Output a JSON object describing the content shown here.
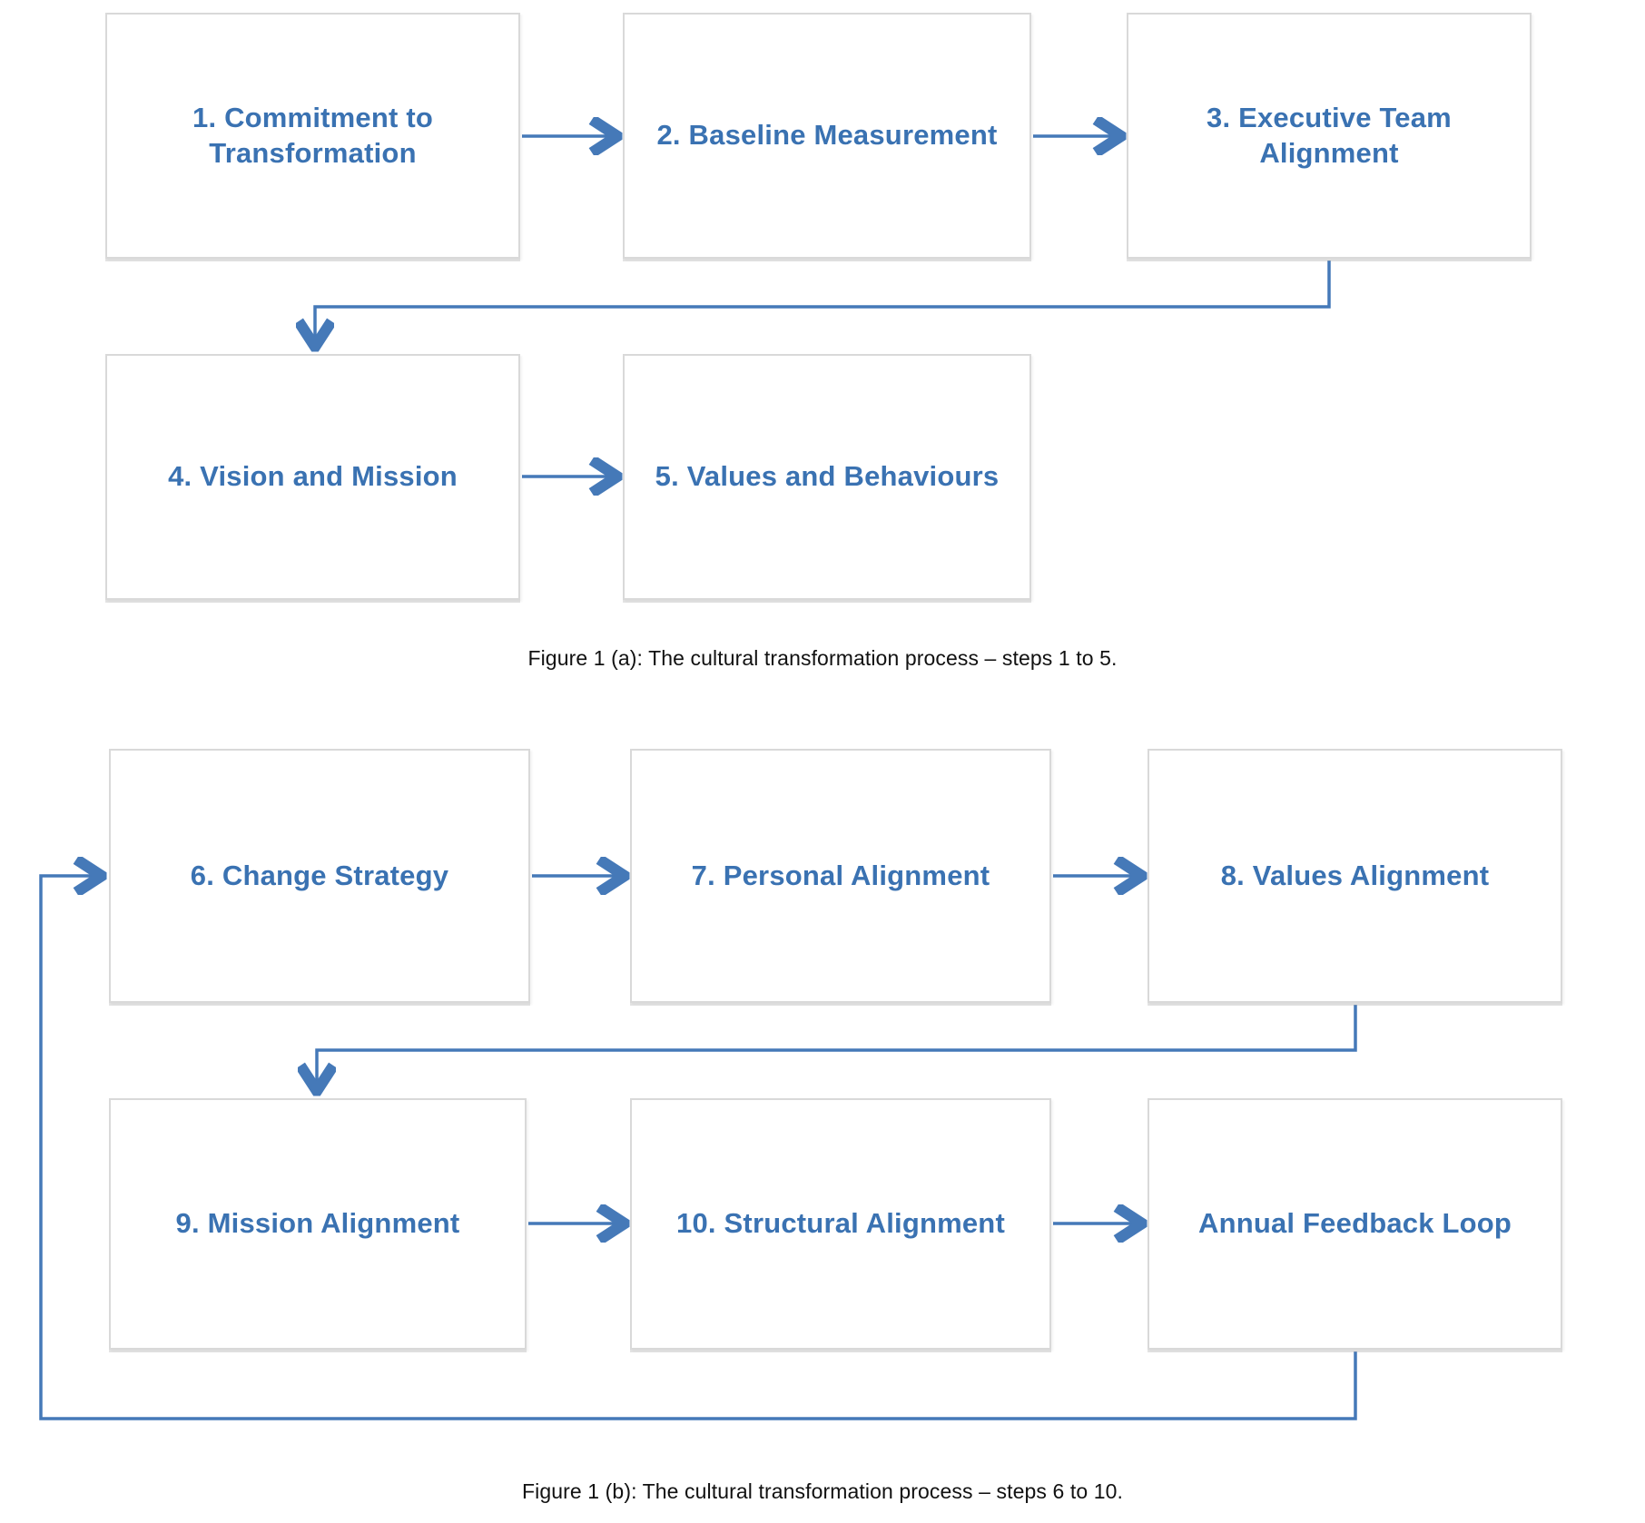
{
  "diagram_title": "The cultural transformation process",
  "colors": {
    "box_label_text": "#3a72b2",
    "connector_line": "#4579b8",
    "box_border": "#d9d9d9",
    "caption_text": "#111111",
    "background": "#ffffff"
  },
  "figure_a": {
    "caption": "Figure 1 (a): The cultural transformation process – steps 1 to 5.",
    "boxes": [
      {
        "label": "1. Commitment to\nTransformation"
      },
      {
        "label": "2. Baseline Measurement"
      },
      {
        "label": "3. Executive Team\nAlignment"
      },
      {
        "label": "4. Vision and Mission"
      },
      {
        "label": "5. Values and Behaviours"
      }
    ],
    "flow": "1 → 2 → 3 → 4 → 5"
  },
  "figure_b": {
    "caption": "Figure 1 (b): The cultural transformation process – steps 6 to 10.",
    "boxes": [
      {
        "label": "6. Change Strategy"
      },
      {
        "label": "7. Personal Alignment"
      },
      {
        "label": "8. Values Alignment"
      },
      {
        "label": "9. Mission Alignment"
      },
      {
        "label": "10. Structural Alignment"
      },
      {
        "label": "Annual Feedback Loop"
      }
    ],
    "flow": "6 → 7 → 8 → 9 → 10 → Annual Feedback Loop → 6"
  }
}
